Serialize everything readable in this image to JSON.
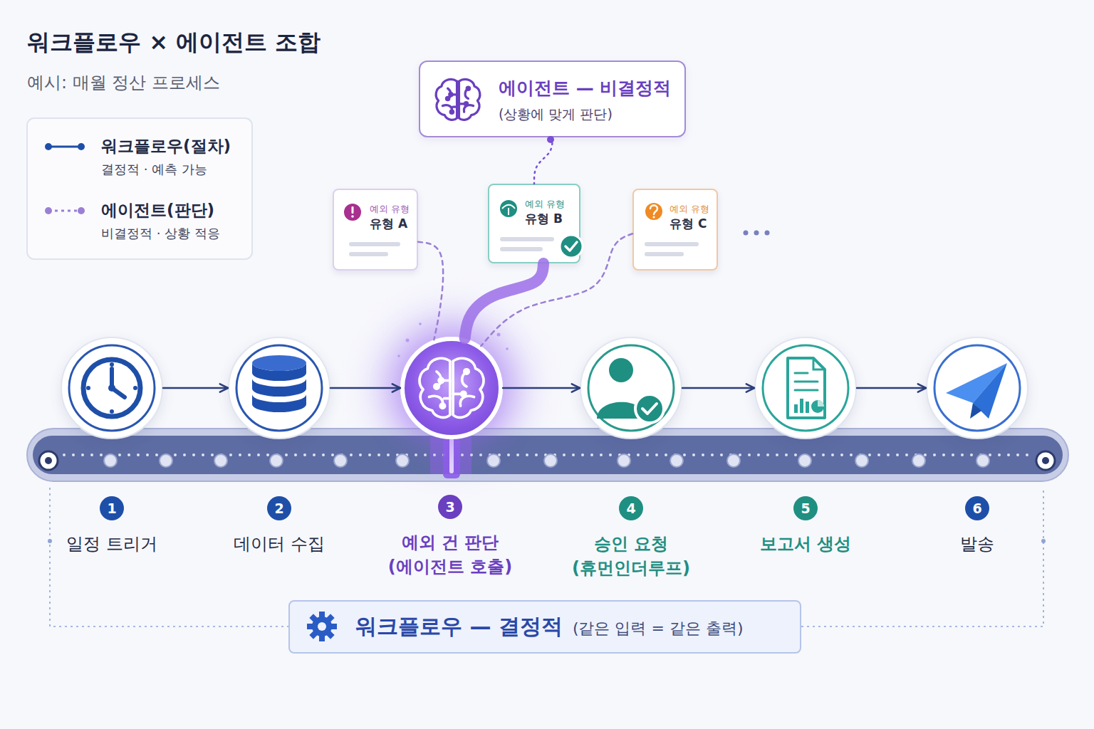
{
  "diagram": {
    "title": "워크플로우 × 에이전트 조합",
    "caption": "예시: 매월 정산 프로세스",
    "nodes": [
      {
        "text": [
          "에이전트 — 비결정적",
          "(상황에 맞게 판단)"
        ]
      },
      {
        "text": [
          "예외 유형",
          "유형 A"
        ]
      },
      {
        "text": [
          "예외 유형",
          "유형 B"
        ]
      },
      {
        "text": [
          "예외 유형",
          "유형 C"
        ]
      },
      {
        "text": [
          "1",
          "일정 트리거"
        ]
      },
      {
        "text": [
          "2",
          "데이터 수집"
        ]
      },
      {
        "text": [
          "3",
          "예외 건 판단 (에이전트 호출)"
        ]
      },
      {
        "text": [
          "4",
          "승인 요청 (휴먼인더루프)"
        ]
      },
      {
        "text": [
          "5",
          "보고서 생성"
        ]
      },
      {
        "text": [
          "6",
          "발송"
        ]
      },
      {
        "text": [
          "워크플로우 — 결정적",
          "(같은 입력 = 같은 출력)"
        ]
      }
    ],
    "edges": [
      {
        "from": 4,
        "to": 5,
        "arrow": "to"
      },
      {
        "from": 5,
        "to": 6,
        "arrow": "to"
      },
      {
        "from": 6,
        "to": 7,
        "arrow": "to"
      },
      {
        "from": 7,
        "to": 8,
        "arrow": "to"
      },
      {
        "from": 8,
        "to": 9,
        "arrow": "to"
      },
      {
        "from": 0,
        "to": 2,
        "arrow": "none"
      },
      {
        "from": 1,
        "to": 6,
        "arrow": "none"
      },
      {
        "from": 2,
        "to": 6,
        "arrow": "none"
      },
      {
        "from": 3,
        "to": 6,
        "arrow": "none"
      }
    ],
    "labels": [
      "결정적 · 예측 가능",
      "비결정적 · 상황 적응"
    ],
    "legend": [
      {
        "text": "워크플로우(절차)"
      },
      {
        "text": "에이전트(판단)"
      }
    ]
  }
}
